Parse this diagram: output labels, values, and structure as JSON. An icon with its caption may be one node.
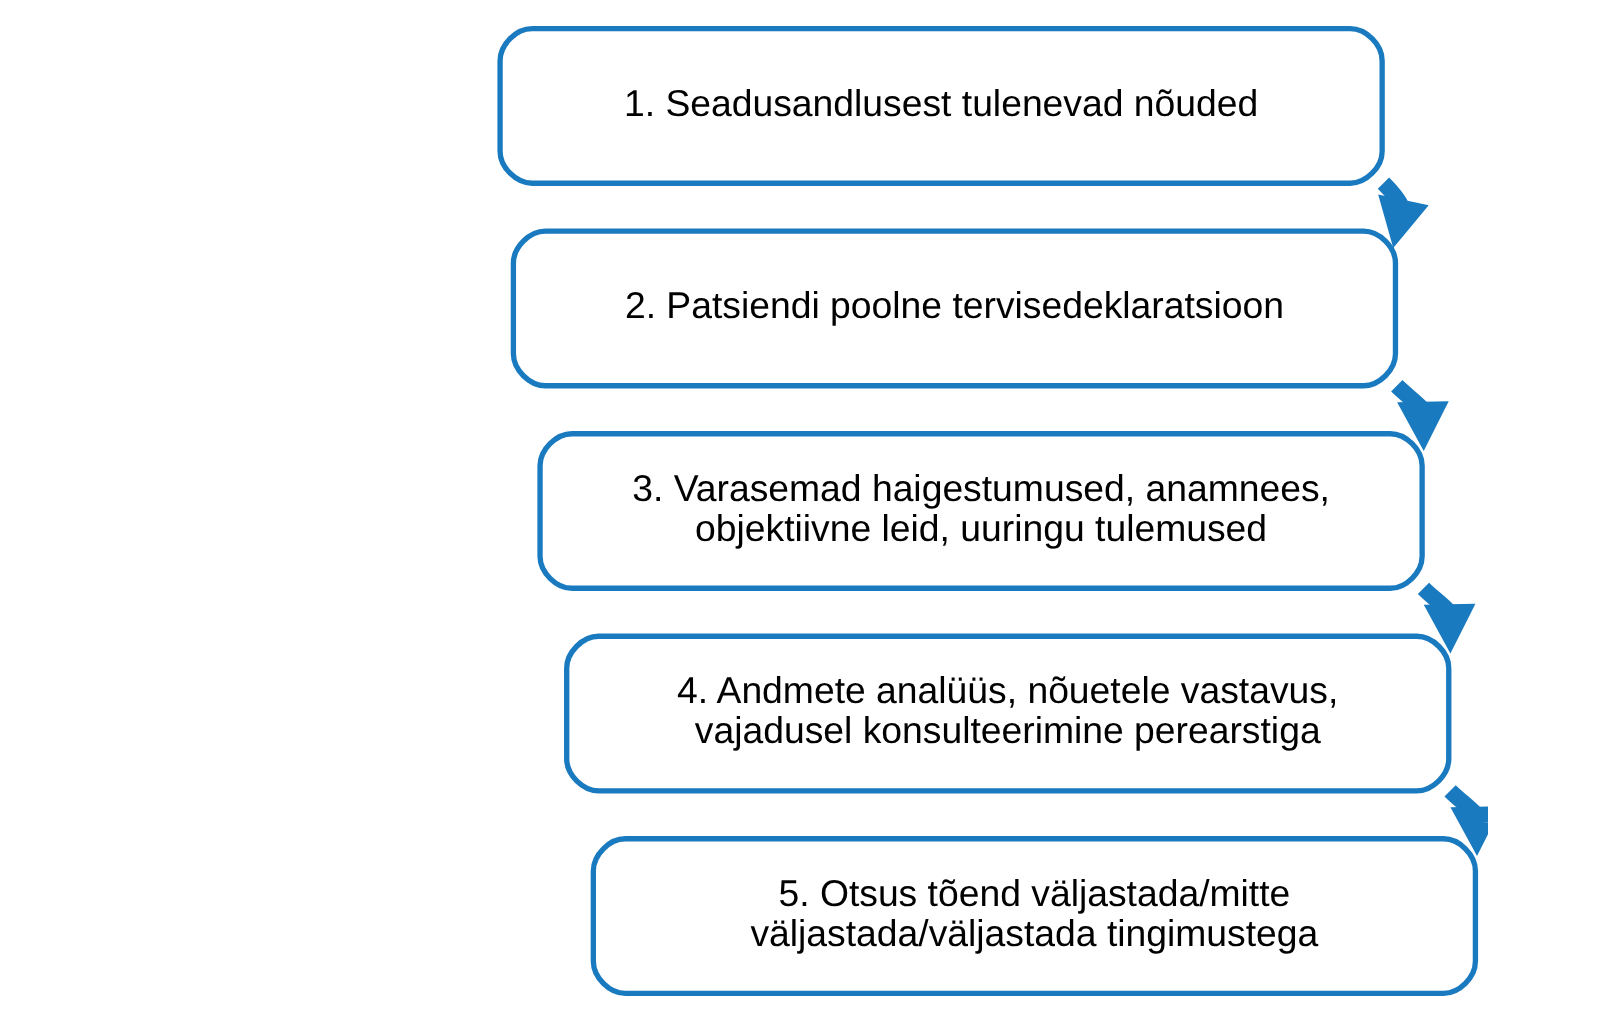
{
  "diagram": {
    "nodes": [
      {
        "text": [
          "1. Seadusandlusest tulenevad nõuded"
        ]
      },
      {
        "text": [
          "2. Patsiendi poolne tervisedeklaratsioon"
        ]
      },
      {
        "text": [
          "3. Varasemad haigestumused, anamnees, objektiivne leid, uuringu tulemused"
        ]
      },
      {
        "text": [
          "4. Andmete analüüs, nõuetele vastavus, vajadusel konsulteerimine perearstiga"
        ]
      },
      {
        "text": [
          "5. Otsus tõend väljastada/mitte väljastada/väljastada tingimustega"
        ]
      }
    ],
    "edges": [
      {
        "from": 0,
        "to": 1,
        "arrow": "to"
      },
      {
        "from": 1,
        "to": 2,
        "arrow": "to"
      },
      {
        "from": 2,
        "to": 3,
        "arrow": "to"
      },
      {
        "from": 3,
        "to": 4,
        "arrow": "to"
      }
    ]
  }
}
